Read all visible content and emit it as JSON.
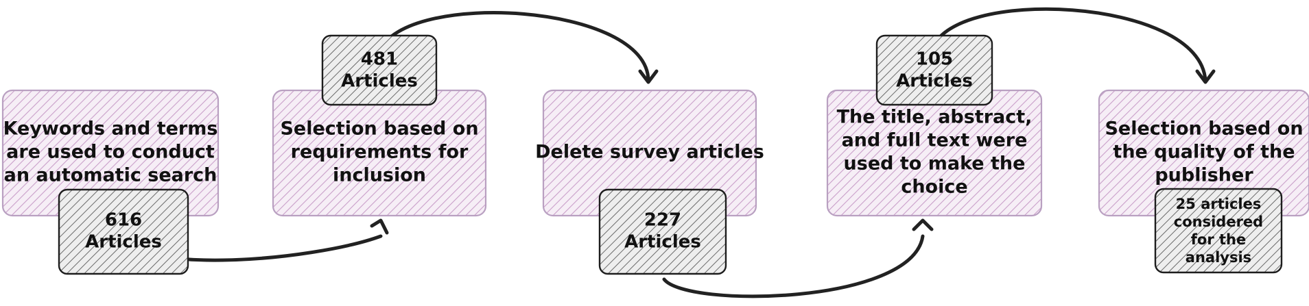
{
  "stages": [
    {
      "lines": [
        "Keywords and terms",
        "are used to conduct",
        "an automatic search"
      ]
    },
    {
      "lines": [
        "Selection based on",
        "requirements for",
        "inclusion"
      ]
    },
    {
      "lines": [
        "Delete survey articles"
      ]
    },
    {
      "lines": [
        "The title, abstract,",
        "and full text were",
        "used to make the",
        "choice"
      ]
    },
    {
      "lines": [
        "Selection based on",
        "the quality of the",
        "publisher"
      ]
    }
  ],
  "counts": [
    {
      "lines": [
        "616",
        "Articles"
      ]
    },
    {
      "lines": [
        "481",
        "Articles"
      ]
    },
    {
      "lines": [
        "227",
        "Articles"
      ]
    },
    {
      "lines": [
        "105",
        "Articles"
      ]
    },
    {
      "lines": [
        "25 articles",
        "considered",
        "for the",
        "analysis"
      ]
    }
  ],
  "colors": {
    "stage_hatch": "#c99fc9",
    "stage_fill": "#f6eef6",
    "count_hatch": "#6a6a6a",
    "count_fill": "#eeeeee",
    "arrow": "#222222"
  }
}
